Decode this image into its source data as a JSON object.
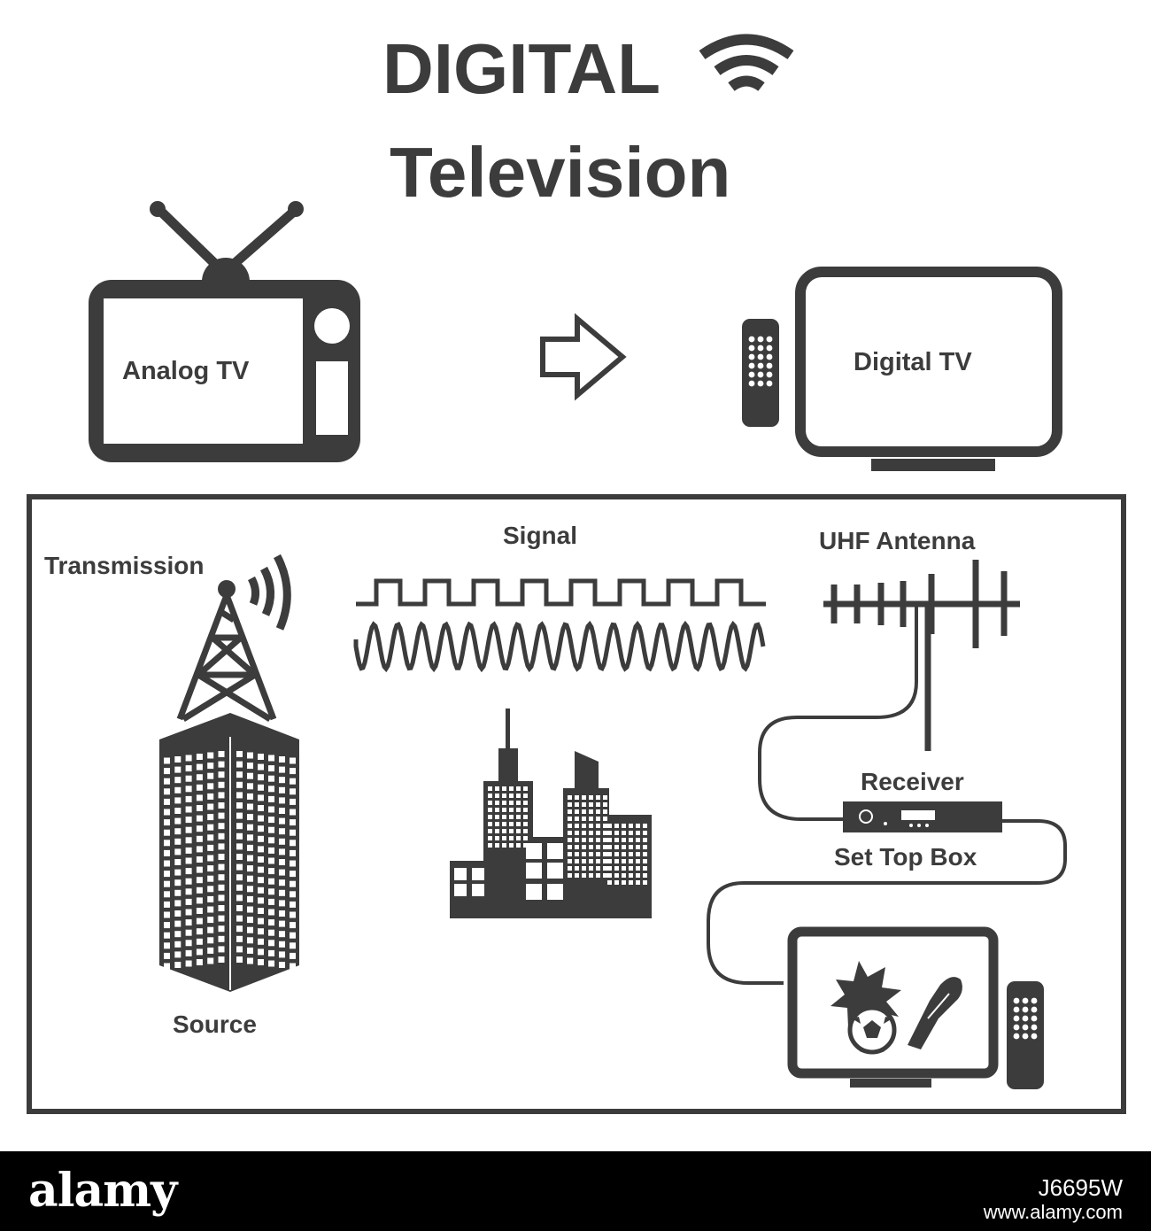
{
  "title": {
    "line1": "DIGITAL",
    "line2": "Television"
  },
  "labels": {
    "analog_tv": "Analog TV",
    "digital_tv": "Digital TV",
    "transmission": "Transmission",
    "source": "Source",
    "signal": "Signal",
    "uhf_antenna": "UHF Antenna",
    "receiver": "Receiver",
    "set_top_box": "Set Top Box"
  },
  "footer": {
    "brand": "alamy",
    "image_id": "J6695W",
    "url": "www.alamy.com"
  },
  "colors": {
    "ink": "#3c3c3c",
    "background": "#ffffff",
    "footer": "#000000"
  }
}
